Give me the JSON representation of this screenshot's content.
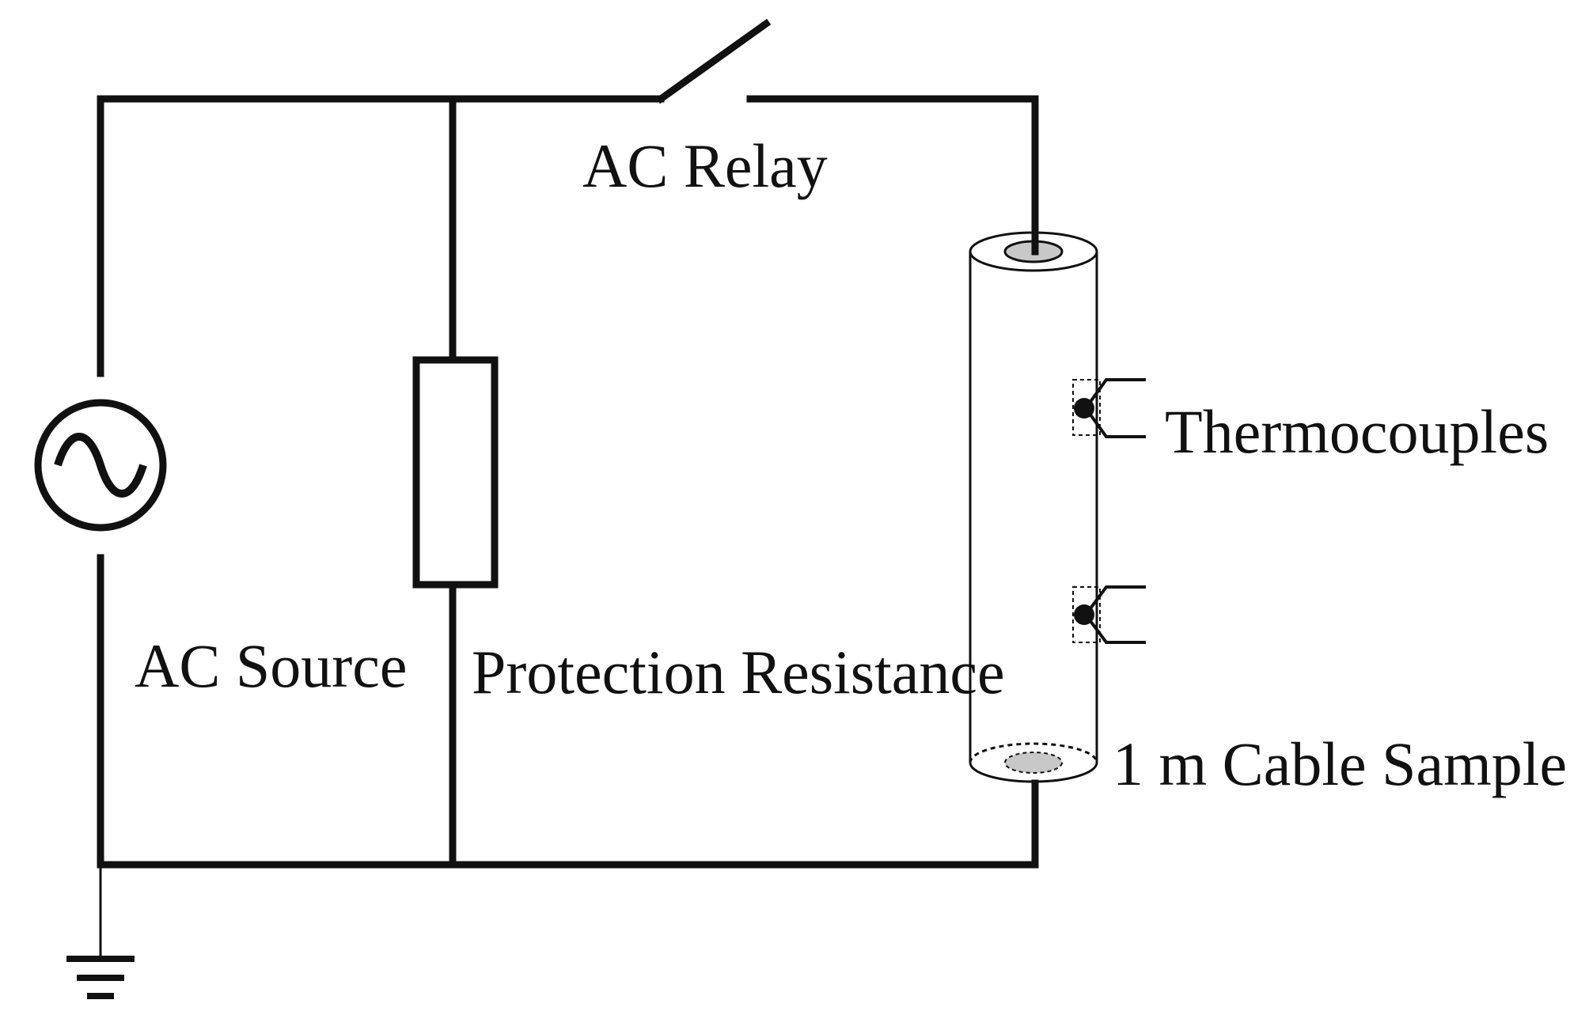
{
  "labels": {
    "ac_relay": "AC Relay",
    "ac_source": "AC Source",
    "protection_resistance": "Protection Resistance",
    "thermocouples": "Thermocouples",
    "cable_sample": "1 m Cable Sample"
  },
  "colors": {
    "wire": "#111111",
    "background": "#ffffff",
    "conductor_fill": "#c8c8c8"
  },
  "icons": [
    "ac-source-icon",
    "resistor-icon",
    "relay-switch-icon",
    "ground-icon",
    "cable-cylinder-icon",
    "thermocouple-icon"
  ]
}
